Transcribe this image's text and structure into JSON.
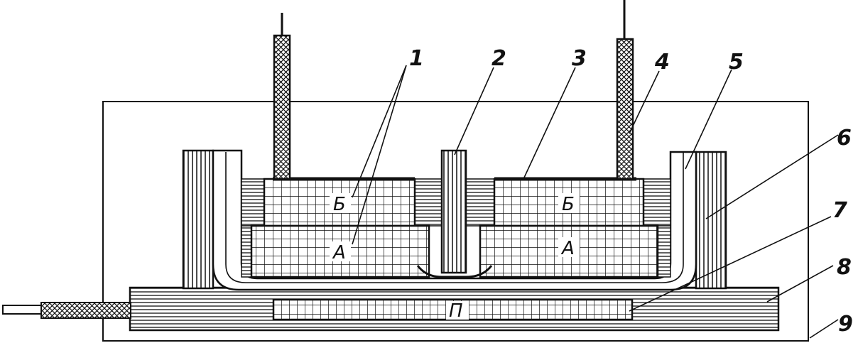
{
  "diagram": {
    "callouts": [
      {
        "id": "1",
        "text": "1"
      },
      {
        "id": "2",
        "text": "2"
      },
      {
        "id": "3",
        "text": "3"
      },
      {
        "id": "4",
        "text": "4"
      },
      {
        "id": "5",
        "text": "5"
      },
      {
        "id": "6",
        "text": "6"
      },
      {
        "id": "7",
        "text": "7"
      },
      {
        "id": "8",
        "text": "8"
      },
      {
        "id": "9",
        "text": "9"
      }
    ],
    "region_labels": {
      "upper_left": "Б",
      "upper_right": "Б",
      "lower_left": "А",
      "lower_right": "А",
      "bottom_center": "П"
    },
    "colors": {
      "ink": "#111111",
      "paper": "#ffffff"
    }
  }
}
